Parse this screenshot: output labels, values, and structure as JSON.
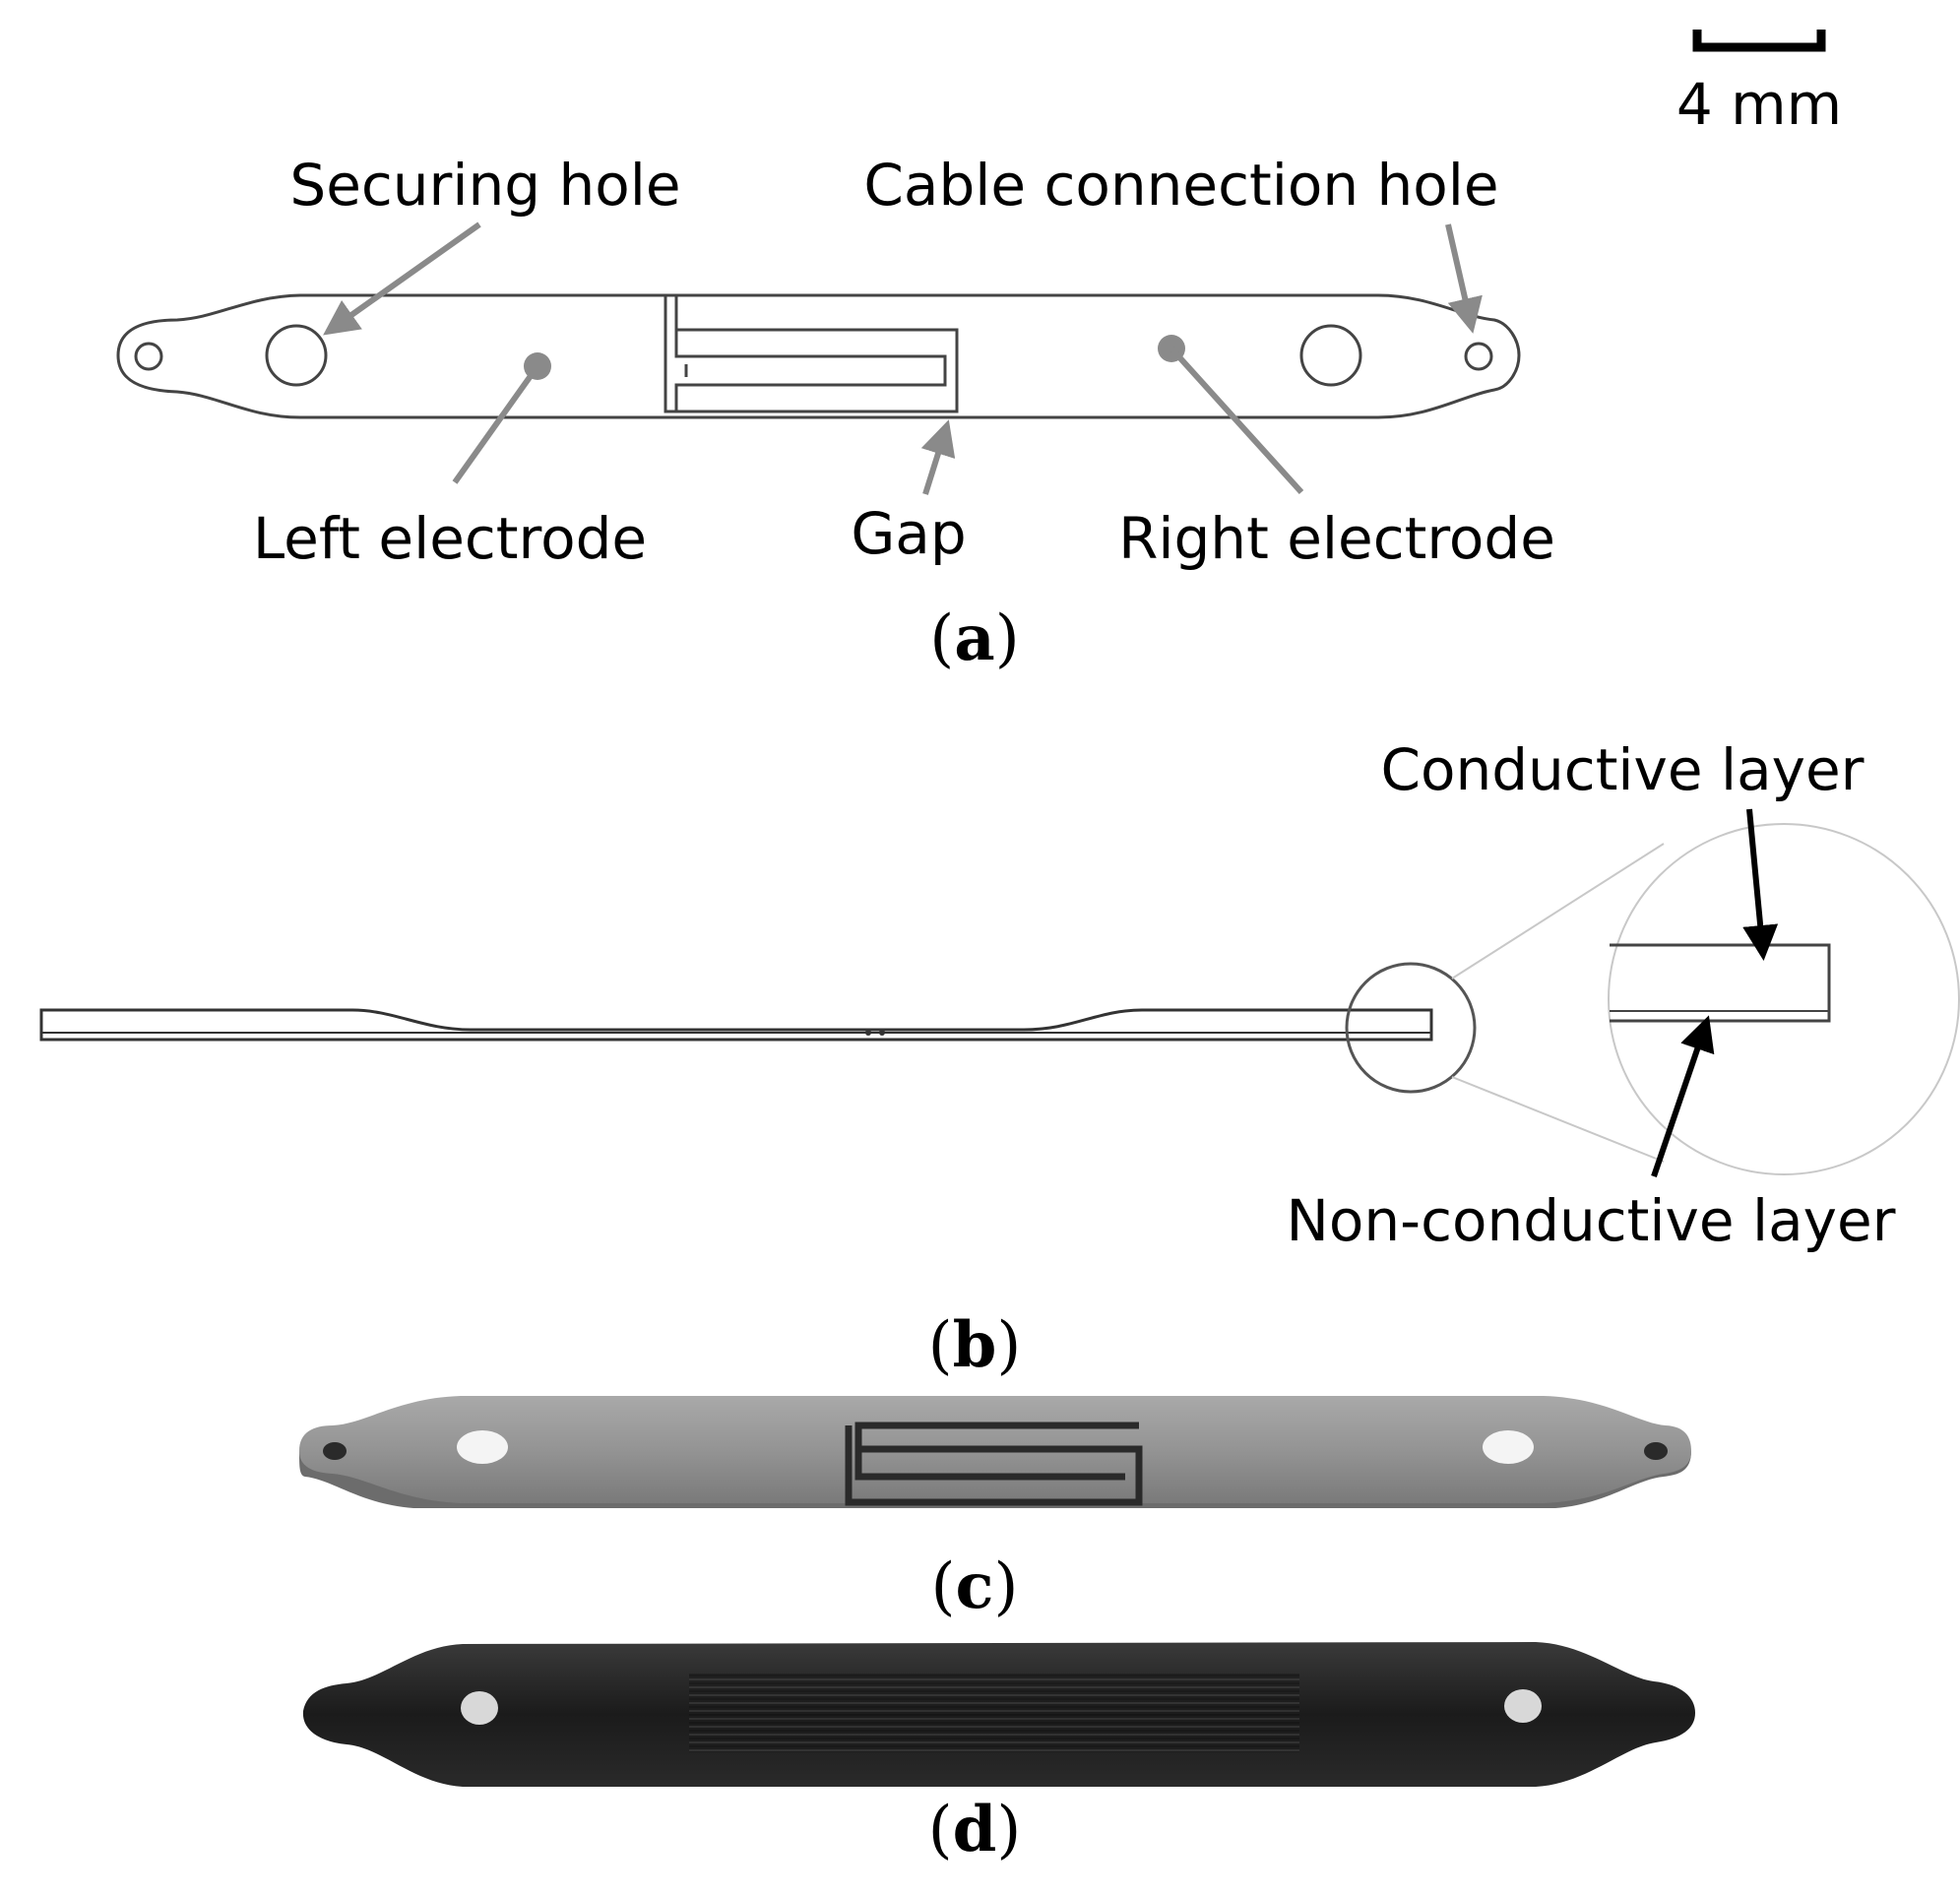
{
  "scale_bar": {
    "label": "4 mm"
  },
  "panel_a": {
    "labels": {
      "securing_hole": "Securing hole",
      "cable_hole": "Cable connection hole",
      "left_electrode": "Left electrode",
      "gap": "Gap",
      "right_electrode": "Right electrode"
    },
    "caption": {
      "open": "(",
      "letter": "a",
      "close": ")"
    }
  },
  "panel_b": {
    "labels": {
      "conductive": "Conductive layer",
      "non_conductive": "Non-conductive layer"
    },
    "caption": {
      "open": "(",
      "letter": "b",
      "close": ")"
    }
  },
  "panel_c": {
    "caption": {
      "open": "(",
      "letter": "c",
      "close": ")"
    }
  },
  "panel_d": {
    "caption": {
      "open": "(",
      "letter": "d",
      "close": ")"
    }
  },
  "colors": {
    "arrow_grey": "#8a8a8a",
    "render_grey": "#8f8f8f",
    "photo_black": "#1e1e1e"
  }
}
